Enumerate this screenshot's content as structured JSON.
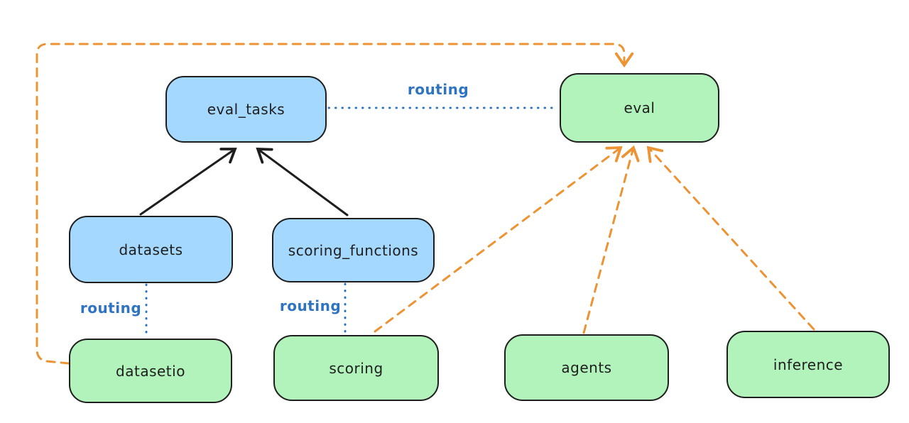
{
  "diagram": {
    "title": "",
    "background": "#ffffff",
    "colors": {
      "resource_fill_blue": "#a5d8ff",
      "api_fill_green": "#b2f2bb",
      "node_stroke": "#1e1e1e",
      "routing_blue": "#2f74c2",
      "provider_orange": "#ec9333",
      "solid_arrow_black": "#1e1e1e"
    },
    "nodes": [
      {
        "id": "eval_tasks",
        "label": "eval_tasks",
        "fill": "blue"
      },
      {
        "id": "eval",
        "label": "eval",
        "fill": "green"
      },
      {
        "id": "datasets",
        "label": "datasets",
        "fill": "blue"
      },
      {
        "id": "scoring_functions",
        "label": "scoring_functions",
        "fill": "blue"
      },
      {
        "id": "datasetio",
        "label": "datasetio",
        "fill": "green"
      },
      {
        "id": "scoring",
        "label": "scoring",
        "fill": "green"
      },
      {
        "id": "agents",
        "label": "agents",
        "fill": "green"
      },
      {
        "id": "inference",
        "label": "inference",
        "fill": "green"
      }
    ],
    "edges": [
      {
        "from": "datasets",
        "to": "eval_tasks",
        "style": "solid-arrow",
        "color": "#1e1e1e",
        "label": ""
      },
      {
        "from": "scoring_functions",
        "to": "eval_tasks",
        "style": "solid-arrow",
        "color": "#1e1e1e",
        "label": ""
      },
      {
        "from": "eval_tasks",
        "to": "eval",
        "style": "dotted",
        "color": "#2f74c2",
        "label": "routing"
      },
      {
        "from": "datasets",
        "to": "datasetio",
        "style": "dotted",
        "color": "#2f74c2",
        "label": "routing"
      },
      {
        "from": "scoring_functions",
        "to": "scoring",
        "style": "dotted",
        "color": "#2f74c2",
        "label": "routing"
      },
      {
        "from": "datasetio",
        "to": "eval",
        "style": "dashed-arrow",
        "color": "#ec9333",
        "label": ""
      },
      {
        "from": "scoring",
        "to": "eval",
        "style": "dashed-arrow",
        "color": "#ec9333",
        "label": ""
      },
      {
        "from": "agents",
        "to": "eval",
        "style": "dashed-arrow",
        "color": "#ec9333",
        "label": ""
      },
      {
        "from": "inference",
        "to": "eval",
        "style": "dashed-arrow",
        "color": "#ec9333",
        "label": ""
      }
    ]
  }
}
